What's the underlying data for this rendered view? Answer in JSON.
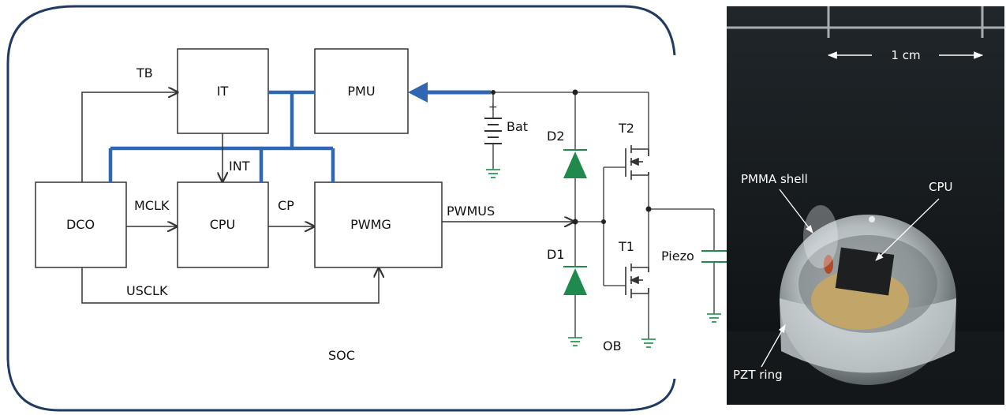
{
  "schematic": {
    "blocks": {
      "it": "IT",
      "pmu": "PMU",
      "dco": "DCO",
      "cpu": "CPU",
      "pwmg": "PWMG"
    },
    "signals": {
      "tb": "TB",
      "int": "INT",
      "mclk": "MCLK",
      "cp": "CP",
      "uscl": "USCLK",
      "pwmus": "PWMUS"
    },
    "components": {
      "bat": "Bat",
      "d2": "D2",
      "d1": "D1",
      "t2": "T2",
      "t1": "T1",
      "piezo": "Piezo",
      "ob": "OB"
    },
    "soc_label": "SOC"
  },
  "photo": {
    "scale": "1 cm",
    "pmma": "PMMA shell",
    "cpu": "CPU",
    "pzt": "PZT ring"
  },
  "colors": {
    "power_bus": "#2f67b2",
    "diode": "#1f8a4c",
    "ground": "#2e9a5a",
    "wire": "#333333"
  }
}
